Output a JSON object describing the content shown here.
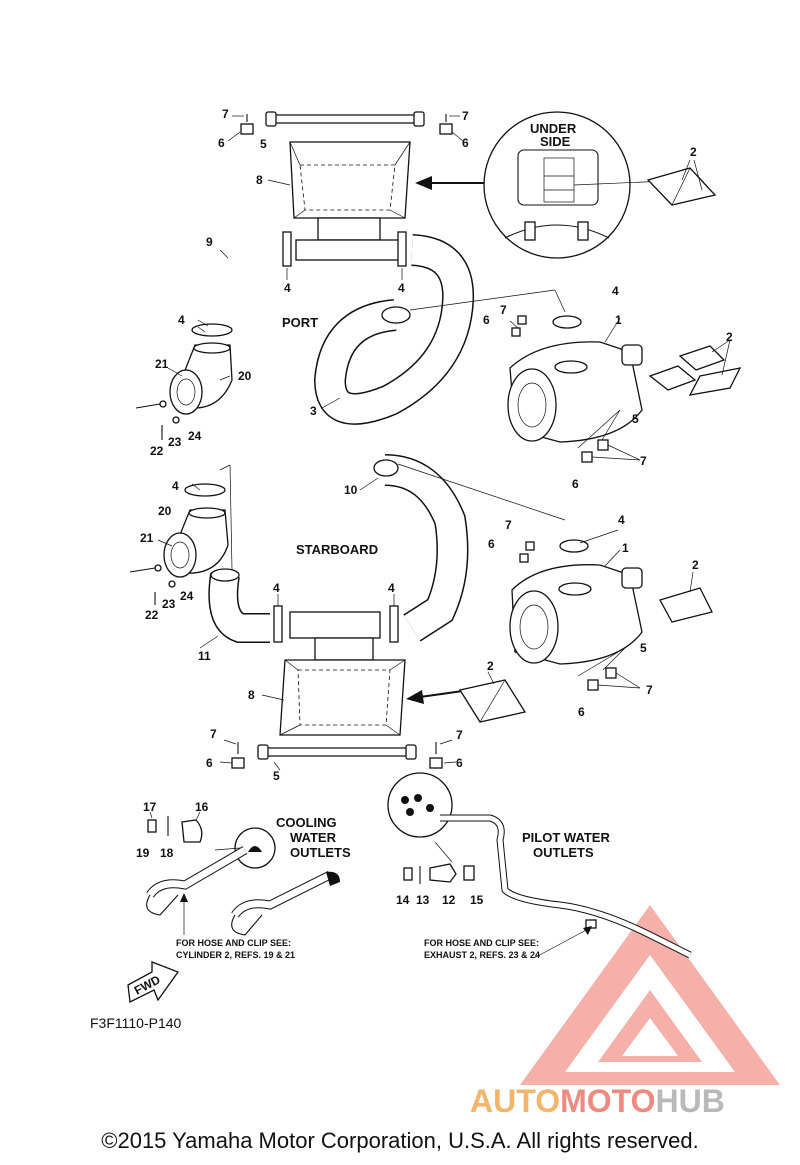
{
  "labels": {
    "n1": "1",
    "n2": "2",
    "n3": "3",
    "n4": "4",
    "n5": "5",
    "n6": "6",
    "n7": "7",
    "n8": "8",
    "n9": "9",
    "n10": "10",
    "n11": "11",
    "n12": "12",
    "n13": "13",
    "n14": "14",
    "n15": "15",
    "n16": "16",
    "n17": "17",
    "n18": "18",
    "n19": "19",
    "n20": "20",
    "n21": "21",
    "n22": "22",
    "n23": "23",
    "n24": "24"
  },
  "sections": {
    "under_line1": "UNDER",
    "under_line2": "SIDE",
    "port": "PORT",
    "starboard": "STARBOARD",
    "cooling_line1": "COOLING",
    "cooling_line2": "WATER",
    "cooling_line3": "OUTLETS",
    "pilot_line1": "PILOT WATER",
    "pilot_line2": "OUTLETS"
  },
  "notes": {
    "left_line1": "FOR HOSE AND CLIP SEE:",
    "left_line2": "CYLINDER 2, REFS. 19 & 21",
    "right_line1": "FOR HOSE AND CLIP SEE:",
    "right_line2": "EXHAUST 2, REFS. 23 & 24"
  },
  "fwd": "FWD",
  "diagram_code": "F3F1110-P140",
  "copyright": "©2015 Yamaha Motor Corporation, U.S.A. All rights reserved.",
  "watermark": {
    "part1": "AUTO",
    "part2": "MOTO",
    "part3": "HUB"
  },
  "colors": {
    "watermark_orange": "#f2b56b",
    "watermark_red": "#ee8a80",
    "watermark_gray": "#b9b9bb",
    "line": "#111111"
  }
}
